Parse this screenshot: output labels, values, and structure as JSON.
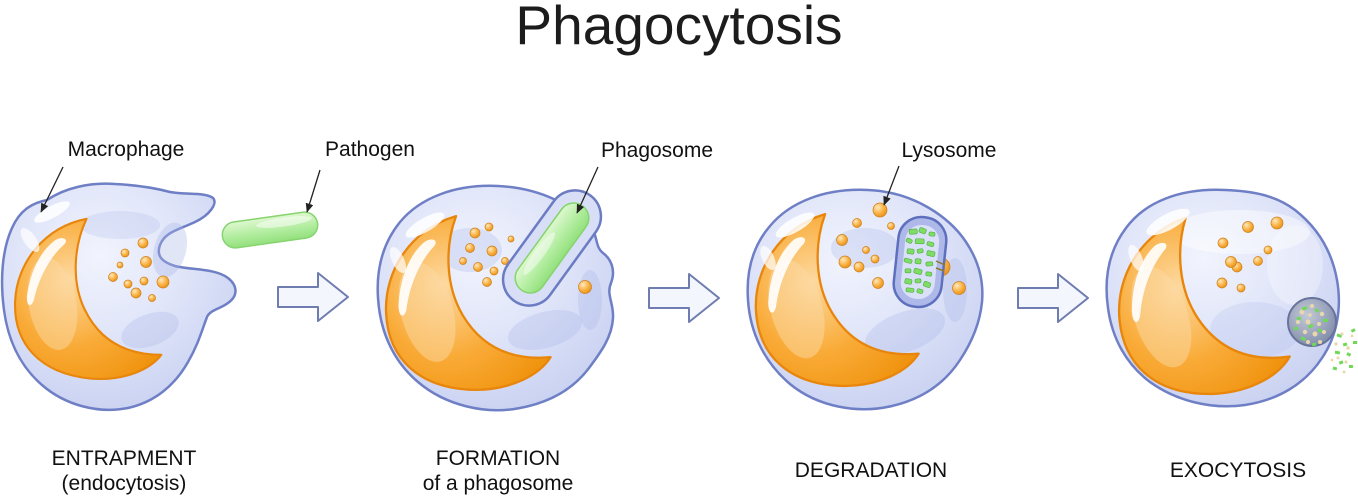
{
  "title": "Phagocytosis",
  "callouts": {
    "macrophage": "Macrophage",
    "pathogen": "Pathogen",
    "phagosome": "Phagosome",
    "lysosome": "Lysosome"
  },
  "stages": [
    {
      "name": "ENTRAPMENT",
      "sub": "(endocytosis)"
    },
    {
      "name": "FORMATION",
      "sub": "of a phagosome"
    },
    {
      "name": "DEGRADATION",
      "sub": ""
    },
    {
      "name": "EXOCYTOSIS",
      "sub": ""
    }
  ],
  "colors": {
    "background": "#ffffff",
    "text": "#111111",
    "membrane_stroke": "#6f7fc5",
    "cytoplasm": "#dde3f8",
    "cytoplasm_shadow": "#aab6e8",
    "nucleus_orange": "#f6a12c",
    "nucleus_rim": "#e8860c",
    "granule_orange": "#f5a93f",
    "pathogen_green": "#abe996",
    "pathogen_stroke": "#85d46e",
    "fragment_green": "#7fdc66",
    "vesicle_gray": "#8b96b0",
    "arrow_fill": "#f3f6fc",
    "arrow_stroke": "#6e7cb0",
    "leader_line": "#222222"
  }
}
